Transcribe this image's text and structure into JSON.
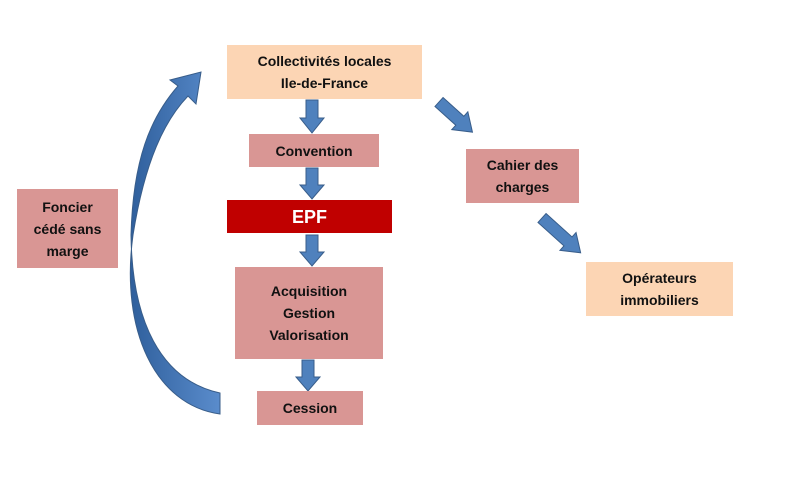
{
  "colors": {
    "peach": "#fcd5b4",
    "rose": "#d99694",
    "epf_red": "#c00000",
    "arrow_blue": "#4f81bd",
    "arrow_outline": "#385d8a"
  },
  "nodes": {
    "collectivites": {
      "line1": "Collectivités locales",
      "line2": "Ile-de-France"
    },
    "convention": {
      "label": "Convention"
    },
    "epf": {
      "label": "EPF"
    },
    "actions": {
      "line1": "Acquisition",
      "line2": "Gestion",
      "line3": "Valorisation"
    },
    "cession": {
      "label": "Cession"
    },
    "cahier": {
      "line1": "Cahier des",
      "line2": "charges"
    },
    "operateurs": {
      "line1": "Opérateurs",
      "line2": "immobiliers"
    },
    "foncier": {
      "line1": "Foncier",
      "line2": "cédé sans",
      "line3": "marge"
    }
  }
}
